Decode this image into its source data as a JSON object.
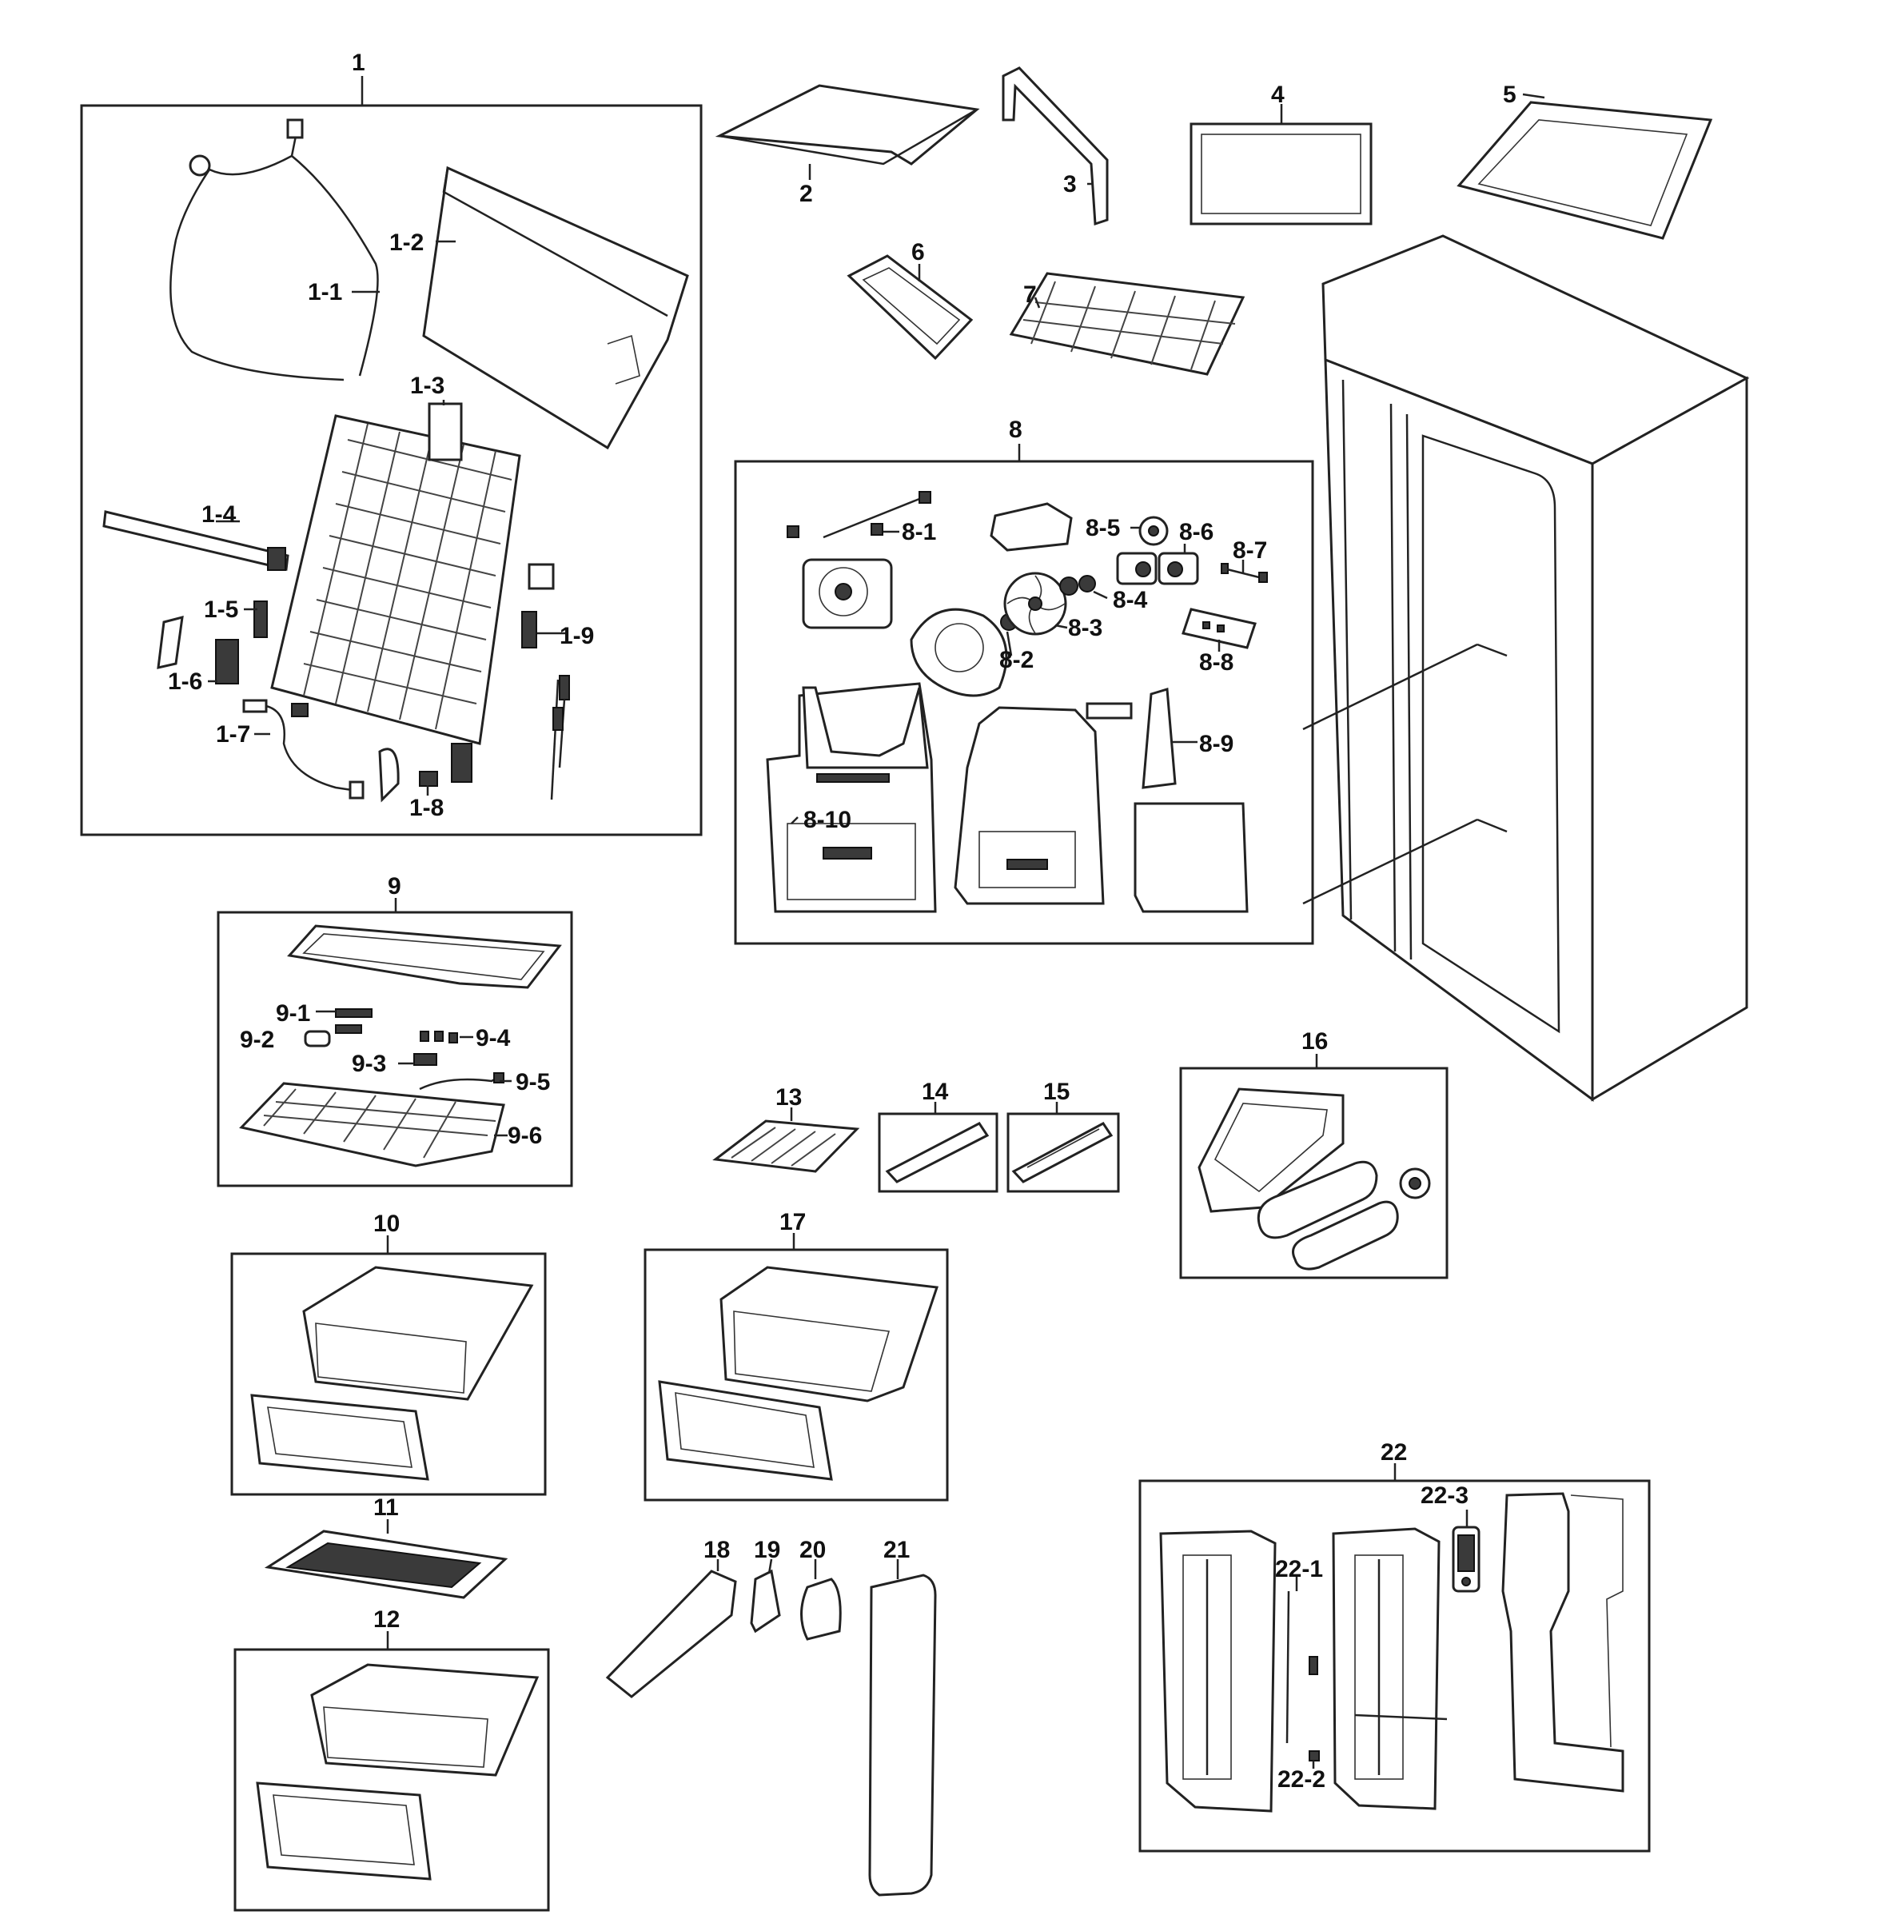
{
  "labels": {
    "p1": "1",
    "p1_1": "1-1",
    "p1_2": "1-2",
    "p1_3": "1-3",
    "p1_4": "1-4",
    "p1_5": "1-5",
    "p1_6": "1-6",
    "p1_7": "1-7",
    "p1_8": "1-8",
    "p1_9": "1-9",
    "p2": "2",
    "p3": "3",
    "p4": "4",
    "p5": "5",
    "p6": "6",
    "p7": "7",
    "p8": "8",
    "p8_1": "8-1",
    "p8_2": "8-2",
    "p8_3": "8-3",
    "p8_4": "8-4",
    "p8_5": "8-5",
    "p8_6": "8-6",
    "p8_7": "8-7",
    "p8_8": "8-8",
    "p8_9": "8-9",
    "p8_10": "8-10",
    "p9": "9",
    "p9_1": "9-1",
    "p9_2": "9-2",
    "p9_3": "9-3",
    "p9_4": "9-4",
    "p9_5": "9-5",
    "p9_6": "9-6",
    "p10": "10",
    "p11": "11",
    "p12": "12",
    "p13": "13",
    "p14": "14",
    "p15": "15",
    "p16": "16",
    "p17": "17",
    "p18": "18",
    "p19": "19",
    "p20": "20",
    "p21": "21",
    "p22": "22",
    "p22_1": "22-1",
    "p22_2": "22-2",
    "p22_3": "22-3"
  }
}
